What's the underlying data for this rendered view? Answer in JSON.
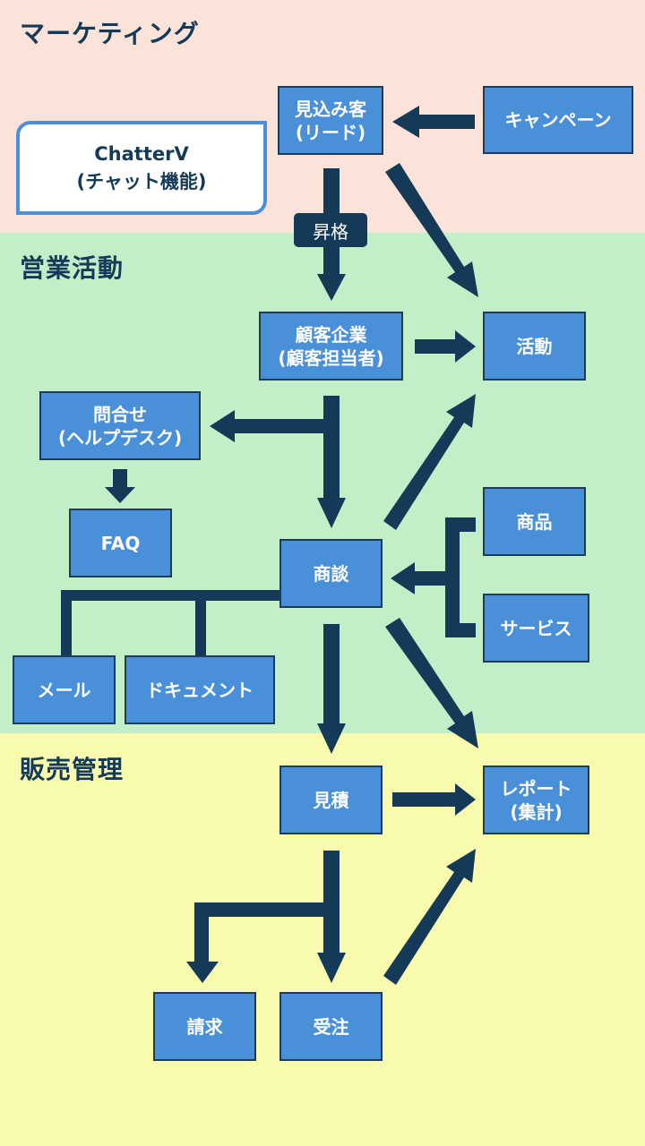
{
  "sections": {
    "marketing": "マーケティング",
    "sales": "営業活動",
    "management": "販売管理"
  },
  "chatter": {
    "line1": "ChatterV",
    "line2": "(チャット機能)"
  },
  "badge": "昇格",
  "nodes": {
    "lead": {
      "line1": "見込み客",
      "line2": "(リード)"
    },
    "campaign": "キャンペーン",
    "account": {
      "line1": "顧客企業",
      "line2": "(顧客担当者)"
    },
    "activity": "活動",
    "inquiry": {
      "line1": "問合せ",
      "line2": "(ヘルプデスク)"
    },
    "faq": "FAQ",
    "opportunity": "商談",
    "product": "商品",
    "service": "サービス",
    "mail": "メール",
    "document": "ドキュメント",
    "quote": "見積",
    "report": {
      "line1": "レポート",
      "line2": "(集計)"
    },
    "invoice": "請求",
    "order": "受注"
  },
  "colors": {
    "marketing_band": "#fce3d9",
    "sales_band": "#c3efc8",
    "management_band": "#f8faad",
    "node_fill": "#4a90d9",
    "arrow": "#153a57"
  }
}
